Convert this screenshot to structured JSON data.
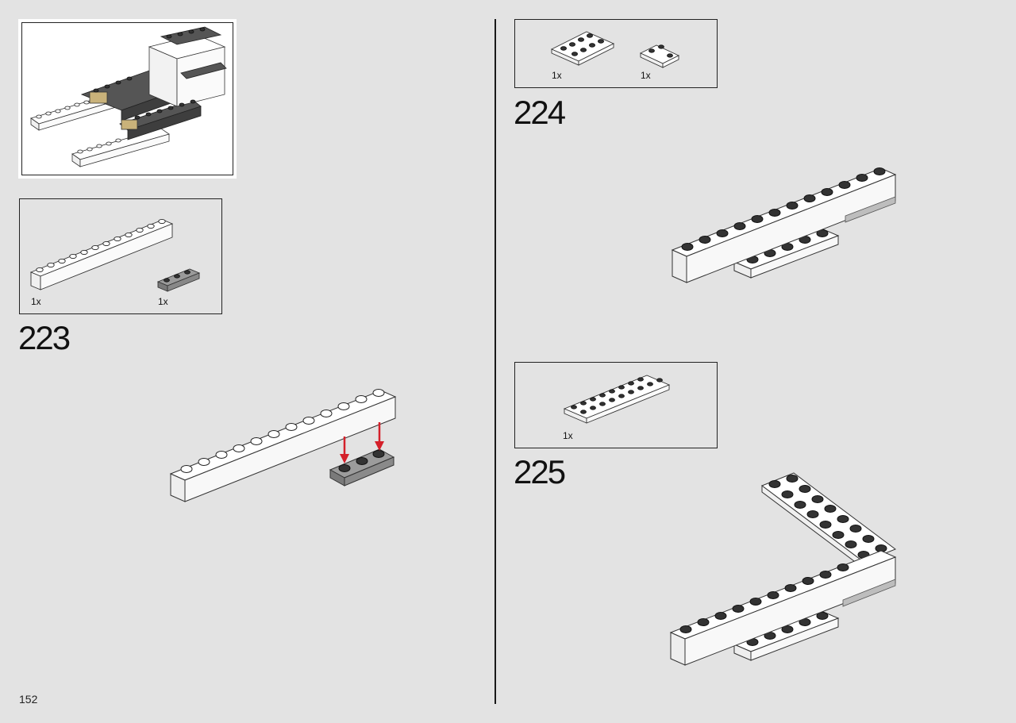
{
  "page_number": "152",
  "steps": [
    {
      "number": "223",
      "parts": [
        {
          "qty": "1x"
        },
        {
          "qty": "1x"
        }
      ]
    },
    {
      "number": "224",
      "parts": [
        {
          "qty": "1x"
        },
        {
          "qty": "1x"
        }
      ]
    },
    {
      "number": "225",
      "parts": [
        {
          "qty": "1x"
        }
      ]
    }
  ],
  "colors": {
    "page_bg": "#e3e3e3",
    "arrow": "#d4202a",
    "dark_grey": "#4a4a4a",
    "white_brick": "#ffffff"
  }
}
